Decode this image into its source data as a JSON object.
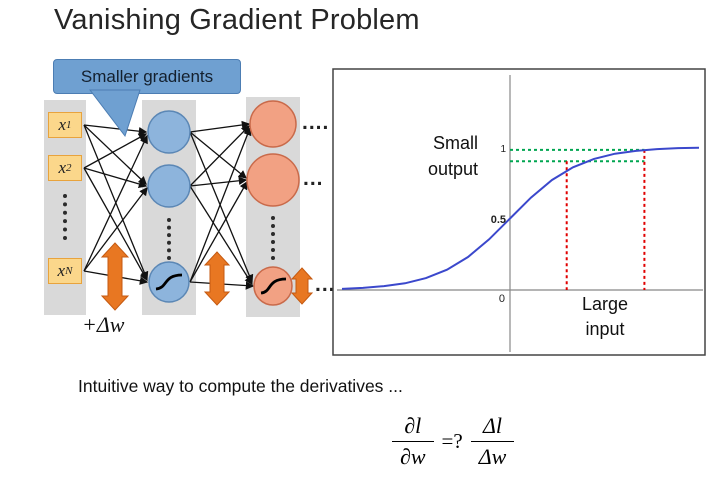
{
  "title": "Vanishing Gradient Problem",
  "callout": {
    "text": "Smaller gradients"
  },
  "network": {
    "inputs": [
      {
        "base": "x",
        "sub": "1"
      },
      {
        "base": "x",
        "sub": "2"
      },
      {
        "base": "x",
        "sub": "N"
      }
    ],
    "weight_change_label": "+Δw",
    "ellipsis_top": "....",
    "ellipsis_mid": "...",
    "ellipsis_bottom": "..."
  },
  "plot": {
    "ticks": {
      "one": "1",
      "half": "0.5",
      "zero": "0"
    },
    "labels": {
      "small_output": "Small output",
      "large_input": "Large input"
    }
  },
  "bottom_text": "Intuitive way to compute the derivatives ...",
  "formula": {
    "frac1": {
      "num": "∂l",
      "den": "∂w"
    },
    "equals": "=?",
    "frac2": {
      "num": "Δl",
      "den": "Δw"
    }
  },
  "colors": {
    "callout_fill": "#6FA0D1",
    "input_fill": "#FBD78B",
    "input_border": "#E8A33D",
    "hidden_fill": "#8DB4DC",
    "hidden_border": "#5B87B5",
    "output_fill": "#F2A183",
    "output_border": "#C96A4A",
    "gradient_arrow": "#E87722",
    "curve_blue": "#3B48CC",
    "annotation_green": "#00A550",
    "annotation_red": "#E00000"
  },
  "chart_data": {
    "type": "line",
    "x": [
      -8,
      -7,
      -6,
      -5,
      -4,
      -3,
      -2,
      -1,
      0,
      1,
      2,
      3,
      4,
      5,
      6,
      7,
      8,
      9
    ],
    "series": [
      {
        "name": "sigmoid activation",
        "values": [
          0.008,
          0.015,
          0.027,
          0.047,
          0.083,
          0.142,
          0.231,
          0.354,
          0.5,
          0.646,
          0.769,
          0.858,
          0.917,
          0.953,
          0.973,
          0.985,
          0.992,
          0.995
        ]
      }
    ],
    "ylim": [
      0,
      1
    ],
    "y_ticks": [
      0,
      0.5,
      1
    ],
    "grid": false,
    "legend": false,
    "annotations": {
      "green_lines_y": [
        0.9,
        0.98
      ],
      "red_lines_x": [
        2.7,
        6.4
      ],
      "small_output": "Small output",
      "large_input": "Large input"
    }
  }
}
